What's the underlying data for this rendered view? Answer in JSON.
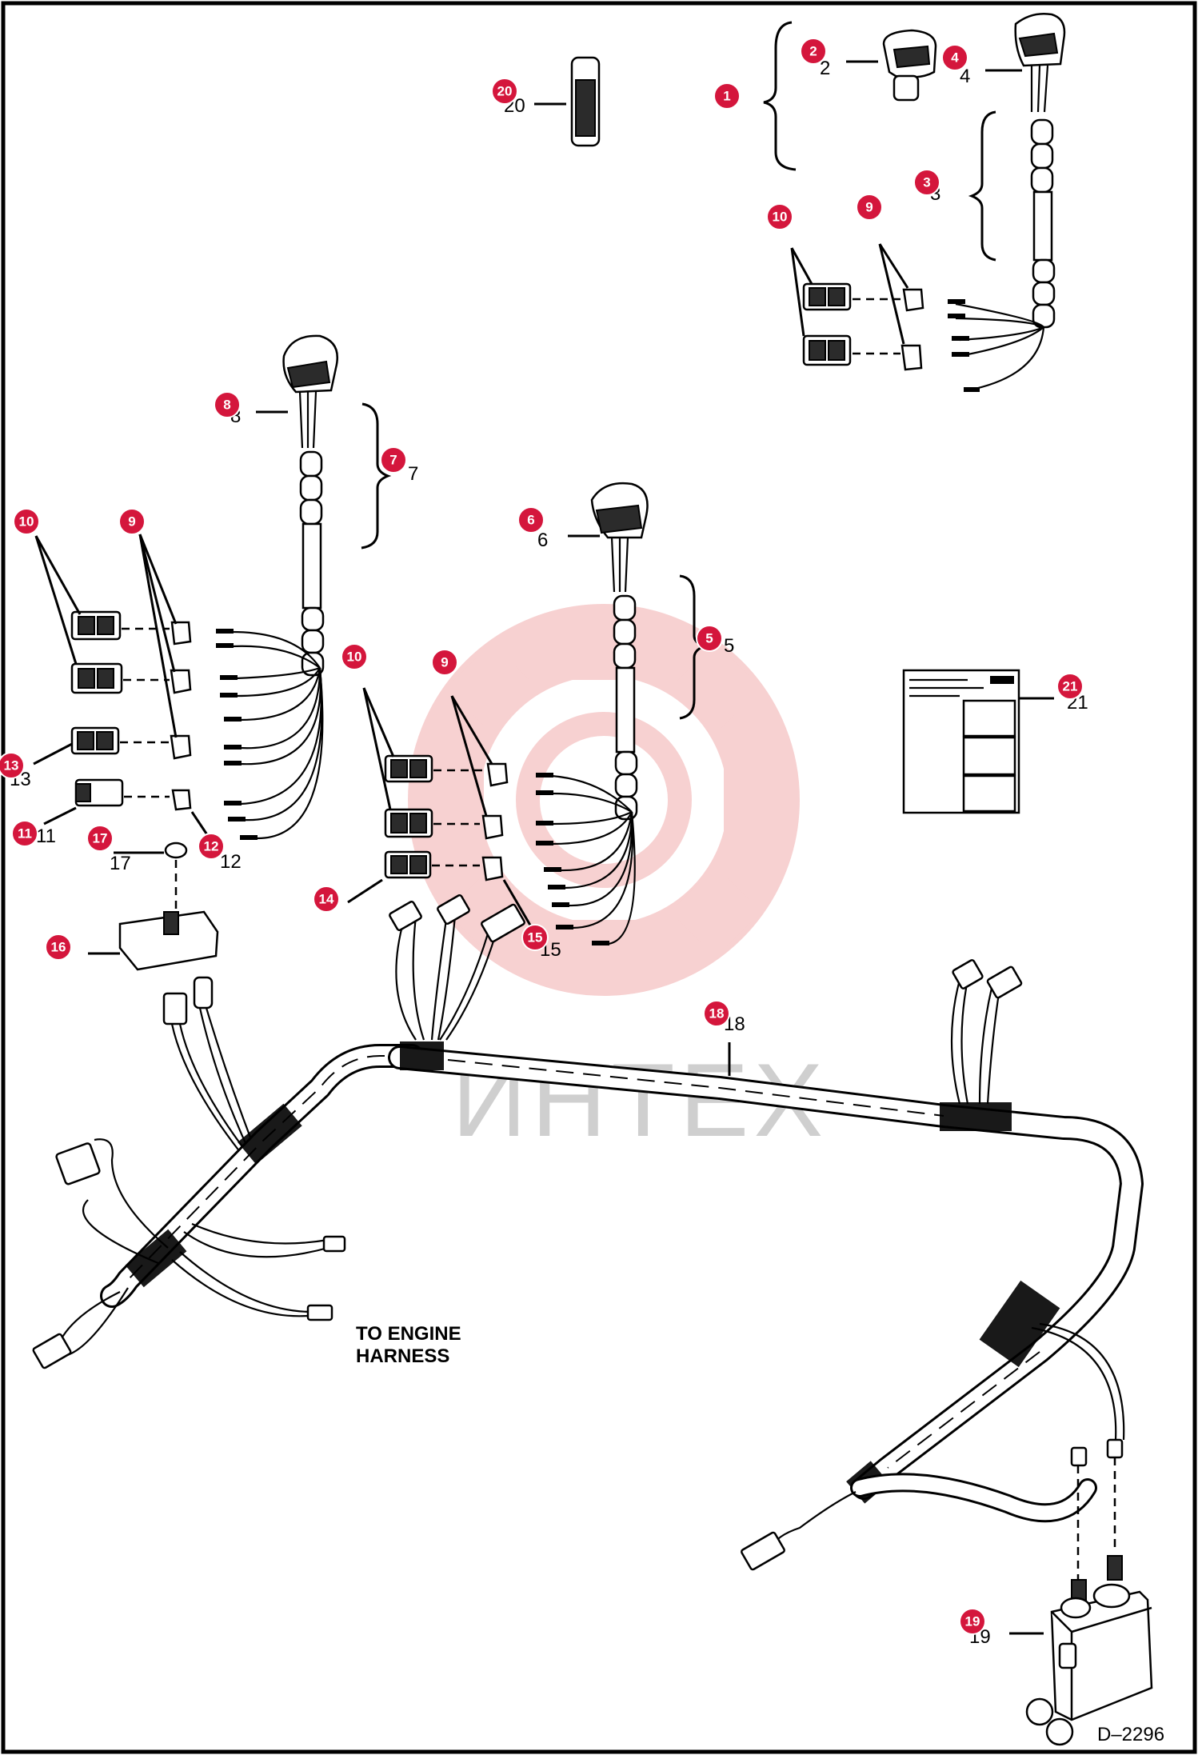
{
  "callouts": [
    {
      "n": "1"
    },
    {
      "n": "2"
    },
    {
      "n": "3"
    },
    {
      "n": "4"
    },
    {
      "n": "5"
    },
    {
      "n": "6"
    },
    {
      "n": "7"
    },
    {
      "n": "8"
    },
    {
      "n": "9"
    },
    {
      "n": "9"
    },
    {
      "n": "9"
    },
    {
      "n": "10"
    },
    {
      "n": "10"
    },
    {
      "n": "10"
    },
    {
      "n": "11"
    },
    {
      "n": "12"
    },
    {
      "n": "13"
    },
    {
      "n": "14"
    },
    {
      "n": "15"
    },
    {
      "n": "16"
    },
    {
      "n": "17"
    },
    {
      "n": "18"
    },
    {
      "n": "19"
    },
    {
      "n": "20"
    },
    {
      "n": "21"
    }
  ],
  "labels": {
    "engine_harness_line1": "TO ENGINE",
    "engine_harness_line2": "HARNESS",
    "drawing_code": "D–2296",
    "watermark": "ИНТЕХ"
  },
  "colors": {
    "callout_fill": "#d4163c",
    "watermark_gear": "#f6c9c9",
    "watermark_text": "#cfcfcf",
    "line": "#000000"
  }
}
